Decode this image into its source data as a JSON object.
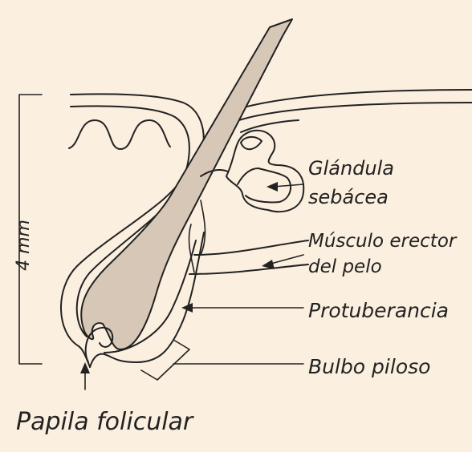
{
  "diagram": {
    "scale_label": "4 mm",
    "labels": {
      "glandula": "Glándula",
      "sebacea": "sebácea",
      "musculo": "Músculo erector",
      "del_pelo": "del pelo",
      "protuberancia": "Protuberancia",
      "bulbo": "Bulbo piloso",
      "papila": "Papila folicular"
    },
    "colors": {
      "background": "#fbefdf",
      "hair_shaft": "#d6c7b7",
      "line": "#222222"
    }
  }
}
